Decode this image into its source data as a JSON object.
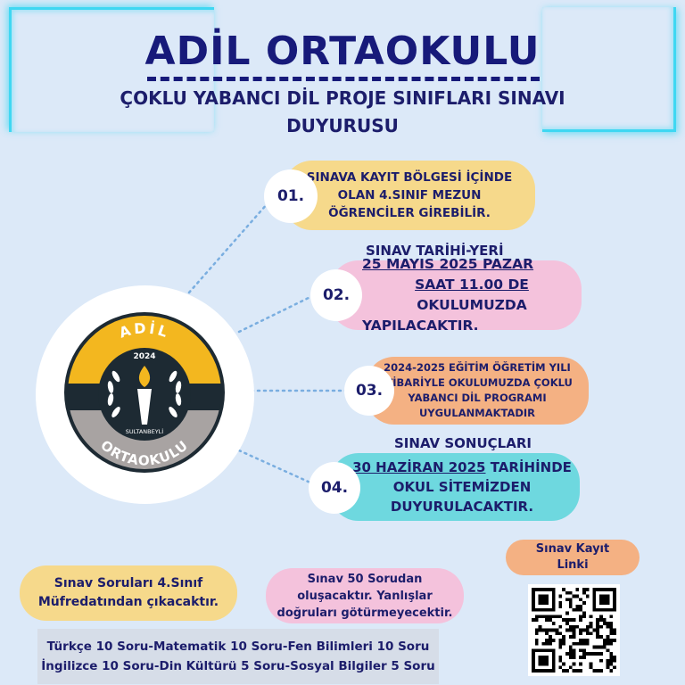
{
  "title": "ADİL ORTAOKULU",
  "subtitle": "ÇOKLU YABANCI DİL PROJE SINIFLARI SINAVI DUYURUSU",
  "logo": {
    "top_text": "ADİL",
    "year": "2024",
    "district": "SULTANBEYLİ",
    "bottom_text": "ORTAOKULU"
  },
  "items": [
    {
      "number": "01.",
      "lines": [
        "SINAVA KAYIT BÖLGESİ İÇİNDE",
        "OLAN 4.SINIF MEZUN",
        "ÖĞRENCİLER GİREBİLİR."
      ],
      "color": "#f6d98b"
    },
    {
      "number": "02.",
      "heading": "SINAV TARİHİ-YERİ",
      "line1": "25 MAYIS 2025 PAZAR",
      "line2_u": "SAAT 11.00 DE",
      "line2_rest": " OKULUMUZDA",
      "line3": "YAPILACAKTIR.",
      "color": "#f4c2dc"
    },
    {
      "number": "03.",
      "lines": [
        "2024-2025 EĞİTİM ÖĞRETİM YILI",
        "İTİBARİYLE  OKULUMUZDA ÇOKLU",
        "YABANCI DİL PROGRAMI",
        "UYGULANMAKTADIR"
      ],
      "color": "#f4b183"
    },
    {
      "number": "04.",
      "heading": "SINAV SONUÇLARI",
      "line1_u": "30 HAZİRAN 2025",
      "line1_rest": "  TARİHİNDE",
      "line2": "OKUL SİTEMİZDEN",
      "line3": "DUYURULACAKTIR.",
      "color": "#6ed8df"
    }
  ],
  "notes": {
    "curriculum": [
      "Sınav Soruları 4.Sınıf",
      "Müfredatından çıkacaktır."
    ],
    "questions": [
      "Sınav 50 Sorudan",
      "oluşacaktır. Yanlışlar",
      "doğruları götürmeyecektir."
    ],
    "registration": [
      "Sınav Kayıt",
      "Linki"
    ]
  },
  "subjects": [
    "Türkçe 10 Soru-Matematik 10 Soru-Fen Bilimleri 10 Soru",
    "İngilizce 10 Soru-Din Kültürü 5 Soru-Sosyal Bilgiler 5 Soru"
  ],
  "colors": {
    "background": "#dce9f8",
    "navy": "#171a7a",
    "neon": "#3fd7f2",
    "note_yellow": "#f6d98b",
    "note_pink": "#f4c2dc",
    "note_orange": "#f4b183"
  }
}
